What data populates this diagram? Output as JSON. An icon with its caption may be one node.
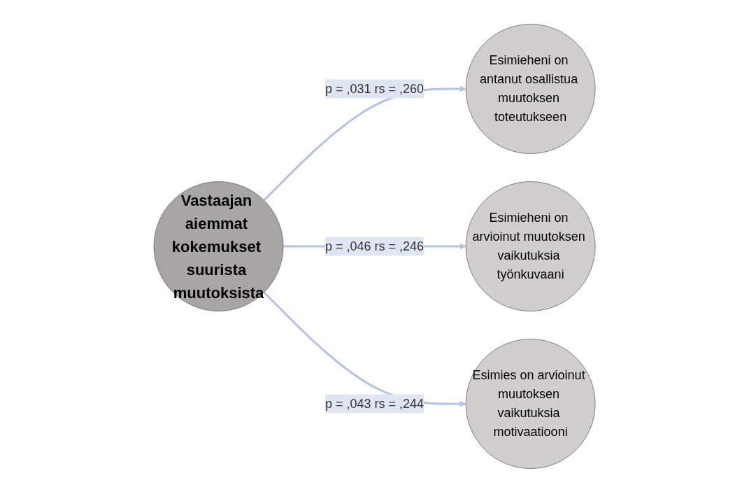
{
  "diagram": {
    "nodes": [
      {
        "text": [
          "Vastaajan aiemmat kokemukset suurista muutoksista"
        ]
      },
      {
        "text": [
          "Esimieheni on antanut osallistua muutoksen toteutukseen"
        ]
      },
      {
        "text": [
          "Esimieheni on arvioinut muutoksen vaikutuksia työnkuvaani"
        ]
      },
      {
        "text": [
          "Esimies on arvioinut muutoksen vaikutuksia motivaatiooni"
        ]
      }
    ],
    "edges": [
      {
        "from": 0,
        "to": 1,
        "arrow": "to",
        "label": "p = ,031 rs = ,260"
      },
      {
        "from": 0,
        "to": 2,
        "arrow": "to",
        "label": "p = ,046 rs = ,246"
      },
      {
        "from": 0,
        "to": 3,
        "arrow": "to",
        "label": "p = ,043 rs = ,244"
      }
    ]
  }
}
